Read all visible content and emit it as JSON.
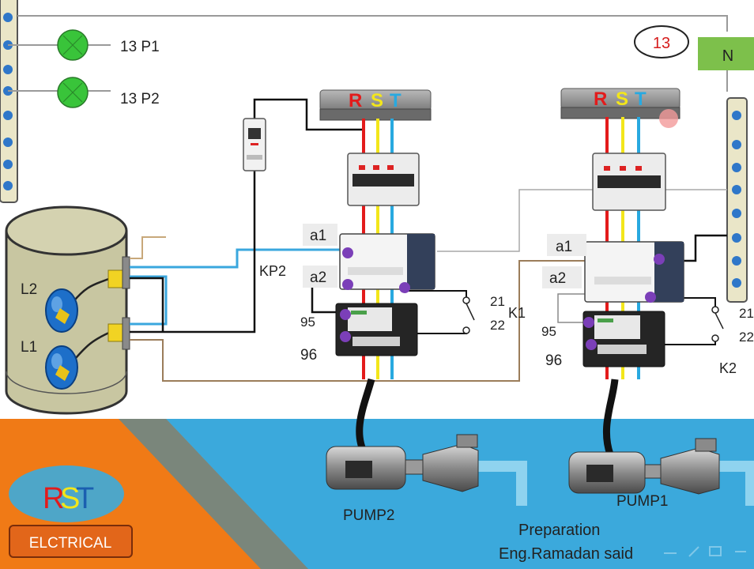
{
  "lamps": [
    {
      "label": "13 P1",
      "color": "#39c43a"
    },
    {
      "label": "13 P2",
      "color": "#39c43a"
    }
  ],
  "terminal_number": "13",
  "neutral_label": "N",
  "rst_bus": {
    "r": "R",
    "s": "S",
    "t": "T"
  },
  "left_circuit": {
    "a1": "a1",
    "a2": "a2",
    "kp": "KP2",
    "aux_95": "95",
    "aux_96": "96",
    "relay_21": "21",
    "relay_22": "22",
    "relay_name": "K1",
    "pump_label": "PUMP2"
  },
  "right_circuit": {
    "a1": "a1",
    "a2": "a2",
    "aux_95": "95",
    "aux_96": "96",
    "relay_21": "21",
    "relay_22": "22",
    "relay_name": "K2",
    "pump_label": "PUMP1"
  },
  "tank": {
    "level_high": "L2",
    "level_low": "L1"
  },
  "logo": {
    "text_r": "R",
    "text_s": "S",
    "text_t": "T",
    "banner": "ELCTRICAL"
  },
  "credits": {
    "line1": "Preparation",
    "line2": "Eng.Ramadan said"
  },
  "colors": {
    "phase_r": "#e31b1b",
    "phase_s": "#f3e61a",
    "phase_t": "#28a9e0",
    "control_wire": "#111111",
    "sensor_wire": "#3aa7de",
    "brown_wire": "#9b7d5a",
    "floor_blue": "#3ba9dc",
    "floor_orange": "#f07a16",
    "neutral_green": "#7dc04b",
    "terminal_blue": "#2f77c9",
    "tank_fill": "#c8c6a1"
  }
}
